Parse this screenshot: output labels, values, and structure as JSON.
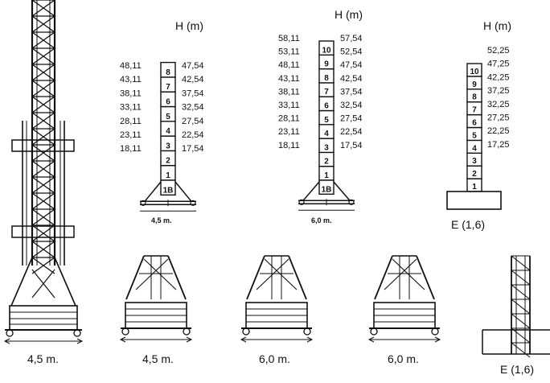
{
  "columns": [
    {
      "id": "a",
      "header": "H (m)",
      "segments": [
        "1",
        "2",
        "3",
        "4",
        "5",
        "6",
        "7",
        "8"
      ],
      "base_label": "1B",
      "left_heights": [
        "48,11",
        "43,11",
        "38,11",
        "33,11",
        "28,11",
        "23,11",
        "18,11"
      ],
      "right_heights": [
        "47,54",
        "42,54",
        "37,54",
        "32,54",
        "27,54",
        "22,54",
        "17,54"
      ],
      "footer": "4,5 m."
    },
    {
      "id": "b",
      "header": "H (m)",
      "segments": [
        "1",
        "2",
        "3",
        "4",
        "5",
        "6",
        "7",
        "8",
        "9",
        "10"
      ],
      "base_label": "1B",
      "left_heights": [
        "58,11",
        "53,11",
        "48,11",
        "43,11",
        "38,11",
        "33,11",
        "28,11",
        "23,11",
        "18,11"
      ],
      "right_heights": [
        "57,54",
        "52,54",
        "47,54",
        "42,54",
        "37,54",
        "32,54",
        "27,54",
        "22,54",
        "17,54"
      ],
      "footer": "6,0 m."
    },
    {
      "id": "c",
      "header": "H (m)",
      "segments": [
        "1",
        "2",
        "3",
        "4",
        "5",
        "6",
        "7",
        "8",
        "9",
        "10"
      ],
      "right_heights": [
        "52,25",
        "47,25",
        "42,25",
        "37,25",
        "32,25",
        "27,25",
        "22,25",
        "17,25"
      ],
      "footer": "E (1,6)"
    }
  ],
  "bottom_labels": [
    "4,5 m.",
    "4,5 m.",
    "6,0 m.",
    "6,0 m.",
    "E (1,6)"
  ]
}
